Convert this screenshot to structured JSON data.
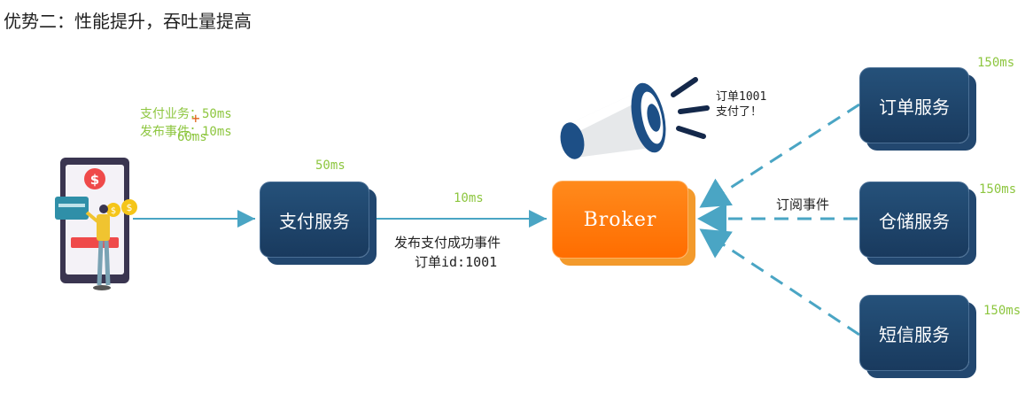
{
  "title": "优势二：性能提升，吞吐量提高",
  "phone_label": {
    "line1": "支付业务：50ms",
    "line2": "发布事件：10ms",
    "line3": "60ms"
  },
  "payment_service": {
    "label": "支付服务",
    "latency": "50ms"
  },
  "publish_edge": {
    "latency": "10ms",
    "line1": "发布支付成功事件",
    "line2": "订单id:1001"
  },
  "broker": {
    "label": "Broker"
  },
  "megaphone_note": {
    "line1": "订单1001",
    "line2": "支付了！"
  },
  "subscribe_label": "订阅事件",
  "services": [
    {
      "label": "订单服务",
      "latency": "150ms"
    },
    {
      "label": "仓储服务",
      "latency": "150ms"
    },
    {
      "label": "短信服务",
      "latency": "150ms"
    }
  ],
  "colors": {
    "service": "#1e4670",
    "broker": "#ff7a0a",
    "arrow": "#4aa5c4",
    "latency": "#8dc63f"
  }
}
